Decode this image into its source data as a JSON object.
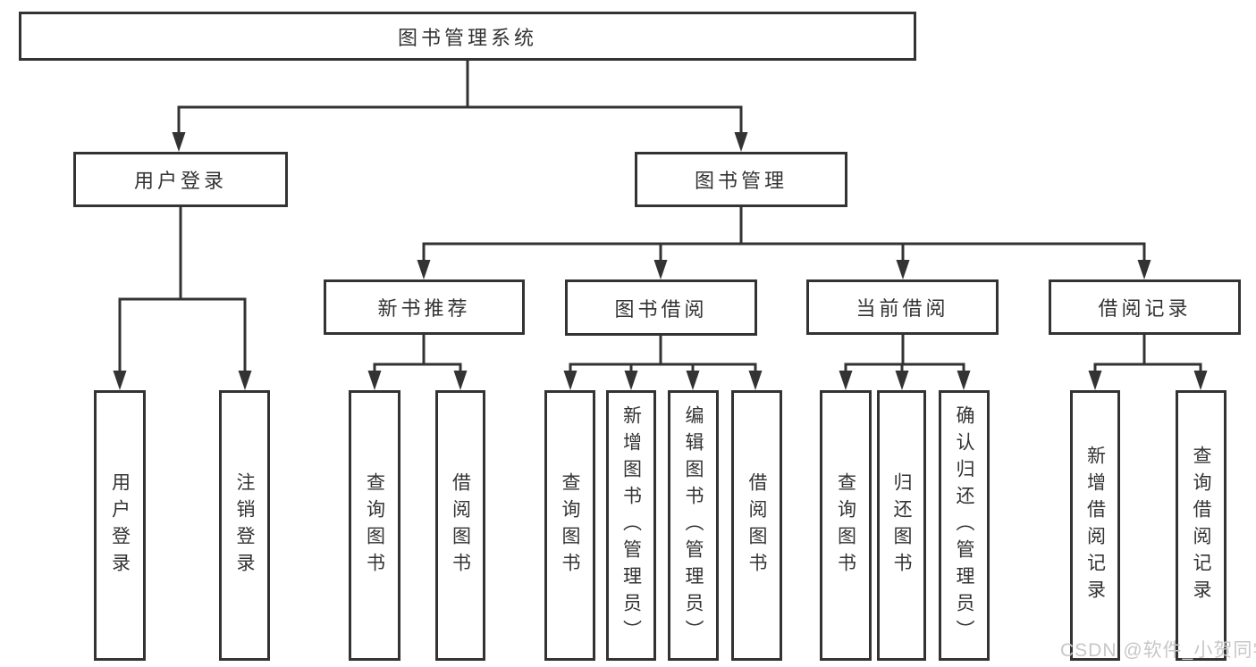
{
  "diagram": {
    "root": "图书管理系统",
    "level2": [
      "用户登录",
      "图书管理"
    ],
    "level3": [
      "新书推荐",
      "图书借阅",
      "当前借阅",
      "借阅记录"
    ],
    "leaves": [
      "用户登录",
      "注销登录",
      "查询图书",
      "借阅图书",
      "查询图书",
      "新增图书（管理员）",
      "编辑图书（管理员）",
      "借阅图书",
      "查询图书",
      "归还图书",
      "确认归还（管理员）",
      "新增借阅记录",
      "查询借阅记录"
    ]
  },
  "watermark": {
    "text": "CSDN @软件_小贺同学"
  },
  "colors": {
    "line": "#333333",
    "text": "#333333",
    "watermark": "#c7c7c7",
    "background": "#ffffff"
  }
}
